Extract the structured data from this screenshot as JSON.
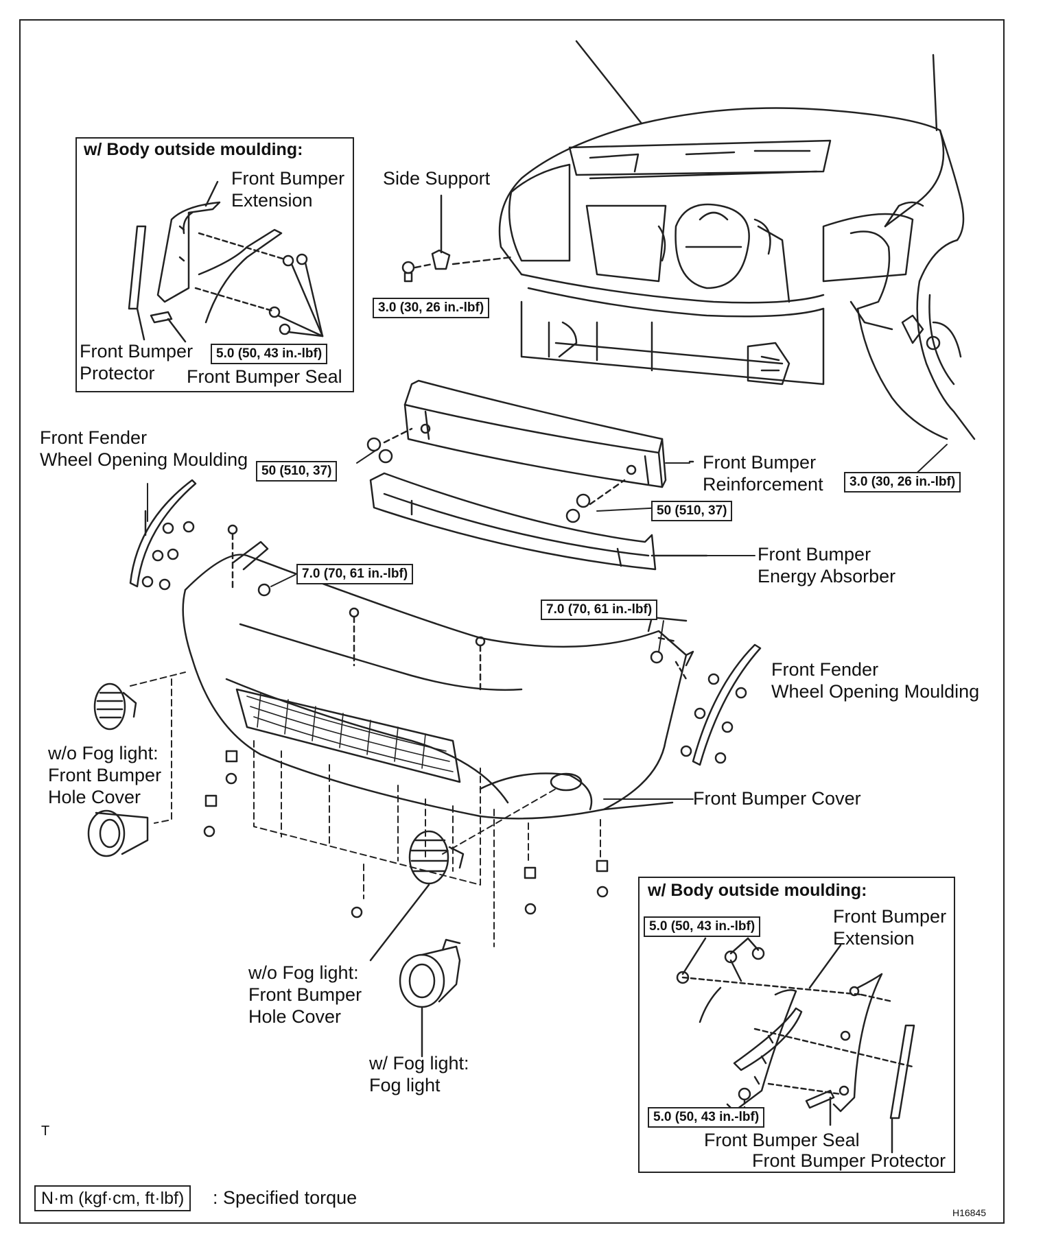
{
  "inset_top": {
    "title": "w/ Body outside moulding:",
    "extension": [
      "Front Bumper",
      "Extension"
    ],
    "protector": [
      "Front Bumper",
      "Protector"
    ],
    "seal": "Front Bumper Seal",
    "torque": "5.0 (50, 43 in.-lbf)"
  },
  "side_support": "Side Support",
  "torque_side_support": "3.0 (30, 26 in.-lbf)",
  "torque_right": "3.0 (30, 26 in.-lbf)",
  "fender_left": [
    "Front Fender",
    "Wheel Opening Moulding"
  ],
  "torque_reinf_left": "50 (510, 37)",
  "torque_reinf_right": "50 (510, 37)",
  "reinforcement": [
    "Front Bumper",
    "Reinforcement"
  ],
  "energy_absorber": [
    "Front Bumper",
    "Energy Absorber"
  ],
  "torque_cover_left": "7.0 (70, 61 in.-lbf)",
  "torque_cover_right": "7.0 (70, 61 in.-lbf)",
  "fender_right": [
    "Front Fender",
    "Wheel Opening Moulding"
  ],
  "hole_cover_left": [
    "w/o Fog light:",
    "Front Bumper",
    "Hole Cover"
  ],
  "bumper_cover": "Front Bumper Cover",
  "hole_cover_center": [
    "w/o Fog light:",
    "Front Bumper",
    "Hole Cover"
  ],
  "fog_light": [
    "w/ Fog light:",
    "Fog light"
  ],
  "inset_bottom": {
    "title": "w/ Body outside moulding:",
    "torque_top": "5.0 (50, 43 in.-lbf)",
    "extension": [
      "Front Bumper",
      "Extension"
    ],
    "torque_bottom": "5.0 (50, 43 in.-lbf)",
    "seal": "Front Bumper Seal",
    "protector": "Front Bumper Protector"
  },
  "corner_mark": "T",
  "legend": {
    "unit_box": "N·m (kgf·cm, ft·lbf)",
    "text": ": Specified torque"
  },
  "figure_code": "H16845"
}
